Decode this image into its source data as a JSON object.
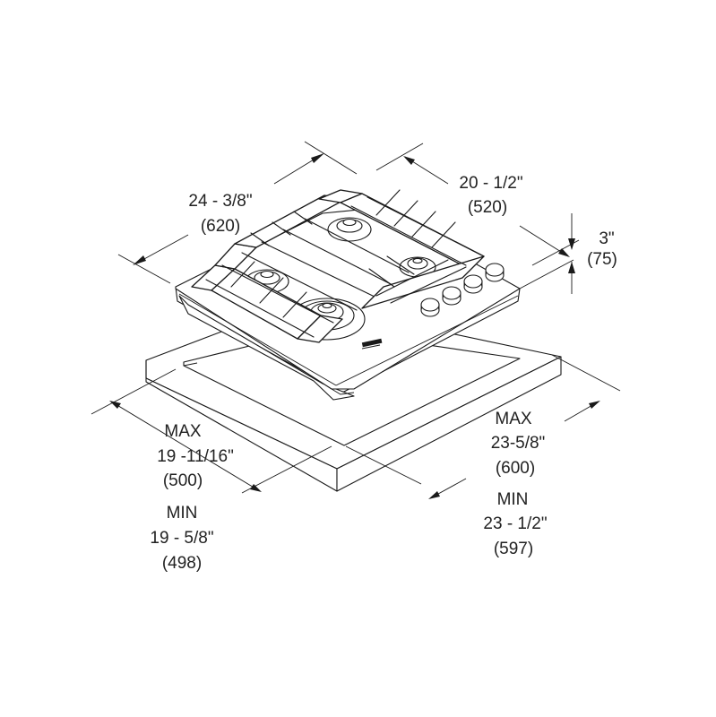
{
  "dimensions": {
    "width": {
      "line1": "24 - 3/8\"",
      "line2": "(620)"
    },
    "depth": {
      "line1": "20 - 1/2\"",
      "line2": "(520)"
    },
    "height": {
      "line1": "3\"",
      "line2": "(75)"
    },
    "cutout_depth_max": {
      "line1": "MAX",
      "line2": "19 -11/16\"",
      "line3": "(500)"
    },
    "cutout_depth_min": {
      "line1": "MIN",
      "line2": "19 - 5/8\"",
      "line3": "(498)"
    },
    "cutout_width_max": {
      "line1": "MAX",
      "line2": "23-5/8\"",
      "line3": "(600)"
    },
    "cutout_width_min": {
      "line1": "MIN",
      "line2": "23 - 1/2\"",
      "line3": "(597)"
    }
  },
  "icons": {
    "logo": "brand-logo"
  }
}
